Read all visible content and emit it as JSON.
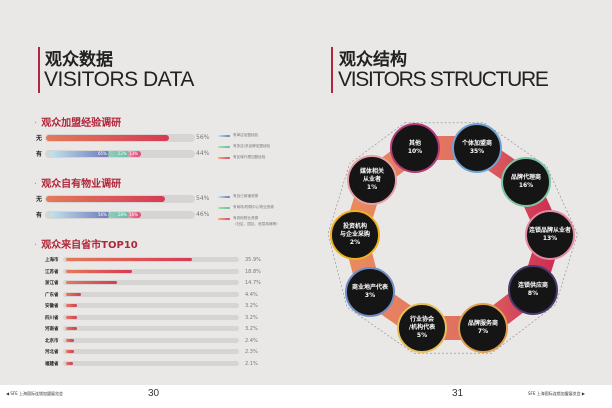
{
  "left": {
    "title_cn": "观众数据",
    "title_en": "VISITORS DATA",
    "franchise": {
      "title": "观众加盟经验调研",
      "rows": [
        {
          "label": "无",
          "pct": "56%",
          "value": 56
        },
        {
          "label": "有",
          "pct": "44%",
          "segments": [
            "65%",
            "22%",
            "13%"
          ]
        }
      ],
      "legend": [
        "有单店加盟经验",
        "有多店/多品牌加盟经验",
        "有区域代理加盟经验"
      ]
    },
    "property": {
      "title": "观众自有物业调研",
      "rows": [
        {
          "label": "无",
          "pct": "54%",
          "value": 54
        },
        {
          "label": "有",
          "pct": "46%",
          "segments": [
            "56%",
            "28%",
            "16%"
          ]
        }
      ],
      "legend": [
        "有自己商铺资源",
        "有商场/购物中心物业资源",
        "有其他物业资源",
        "（社区、园区、底层商铺等）"
      ]
    },
    "top10": {
      "title": "观众来自省市TOP10",
      "rows": [
        {
          "label": "上海市",
          "pct": "35.9%",
          "value": 35.9
        },
        {
          "label": "江苏省",
          "pct": "18.8%",
          "value": 18.8
        },
        {
          "label": "浙江省",
          "pct": "14.7%",
          "value": 14.7
        },
        {
          "label": "广东省",
          "pct": "4.4%",
          "value": 4.4
        },
        {
          "label": "安徽省",
          "pct": "3.2%",
          "value": 3.2
        },
        {
          "label": "四川省",
          "pct": "3.2%",
          "value": 3.2
        },
        {
          "label": "河南省",
          "pct": "3.2%",
          "value": 3.2
        },
        {
          "label": "北京市",
          "pct": "2.4%",
          "value": 2.4
        },
        {
          "label": "河北省",
          "pct": "2.3%",
          "value": 2.3
        },
        {
          "label": "福建省",
          "pct": "2.1%",
          "value": 2.1
        }
      ]
    },
    "footer": "SFE 上海国际连锁加盟展览会",
    "page": "30"
  },
  "right": {
    "title_cn": "观众结构",
    "title_en": "VISITORS STRUCTURE",
    "nodes": [
      {
        "lines": [
          "其他",
          "10%"
        ],
        "color": "#b43a7a"
      },
      {
        "lines": [
          "个体加盟商",
          "35%"
        ],
        "color": "#6fa3d6"
      },
      {
        "lines": [
          "品牌代理商",
          "16%"
        ],
        "color": "#7cc4a3"
      },
      {
        "lines": [
          "连锁品牌从业者",
          "13%"
        ],
        "color": "#e48aa0"
      },
      {
        "lines": [
          "连锁供应商",
          "8%"
        ],
        "color": "#4a3a6e"
      },
      {
        "lines": [
          "品牌服务商",
          "7%"
        ],
        "color": "#e0a050"
      },
      {
        "lines": [
          "行业协会",
          "/机构代表",
          "5%"
        ],
        "color": "#e6c05a"
      },
      {
        "lines": [
          "商业地产代表",
          "3%"
        ],
        "color": "#6f8fc7"
      },
      {
        "lines": [
          "投资机构",
          "与企业采购",
          "2%"
        ],
        "color": "#f0b020"
      },
      {
        "lines": [
          "媒体相关",
          "从业者",
          "1%"
        ],
        "color": "#e8a0a8"
      }
    ],
    "footer": "SFE 上海国际连锁加盟展览会",
    "page": "31"
  }
}
